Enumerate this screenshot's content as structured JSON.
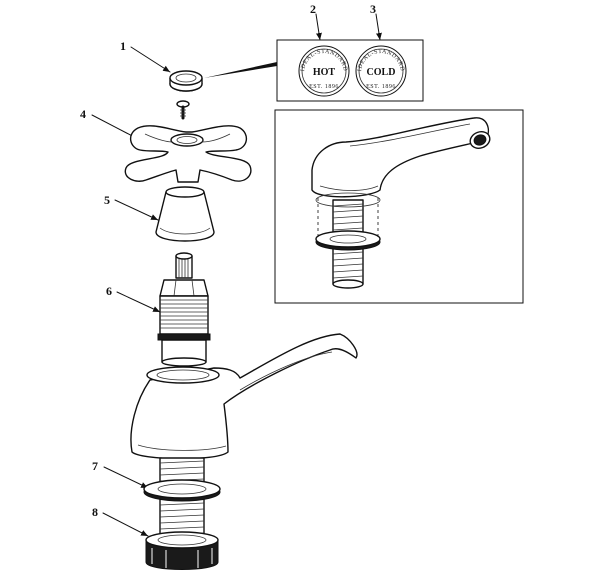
{
  "callouts": {
    "c1": "1",
    "c2": "2",
    "c3": "3",
    "c4": "4",
    "c5": "5",
    "c6": "6",
    "c7": "7",
    "c8": "8"
  },
  "indices": {
    "hot": {
      "label": "HOT",
      "brand": "IDEAL-STANDARD",
      "est": "EST. 1896"
    },
    "cold": {
      "label": "COLD",
      "brand": "IDEAL-STANDARD",
      "est": "EST. 1896"
    }
  },
  "colors": {
    "line": "#111111",
    "background": "#ffffff"
  }
}
